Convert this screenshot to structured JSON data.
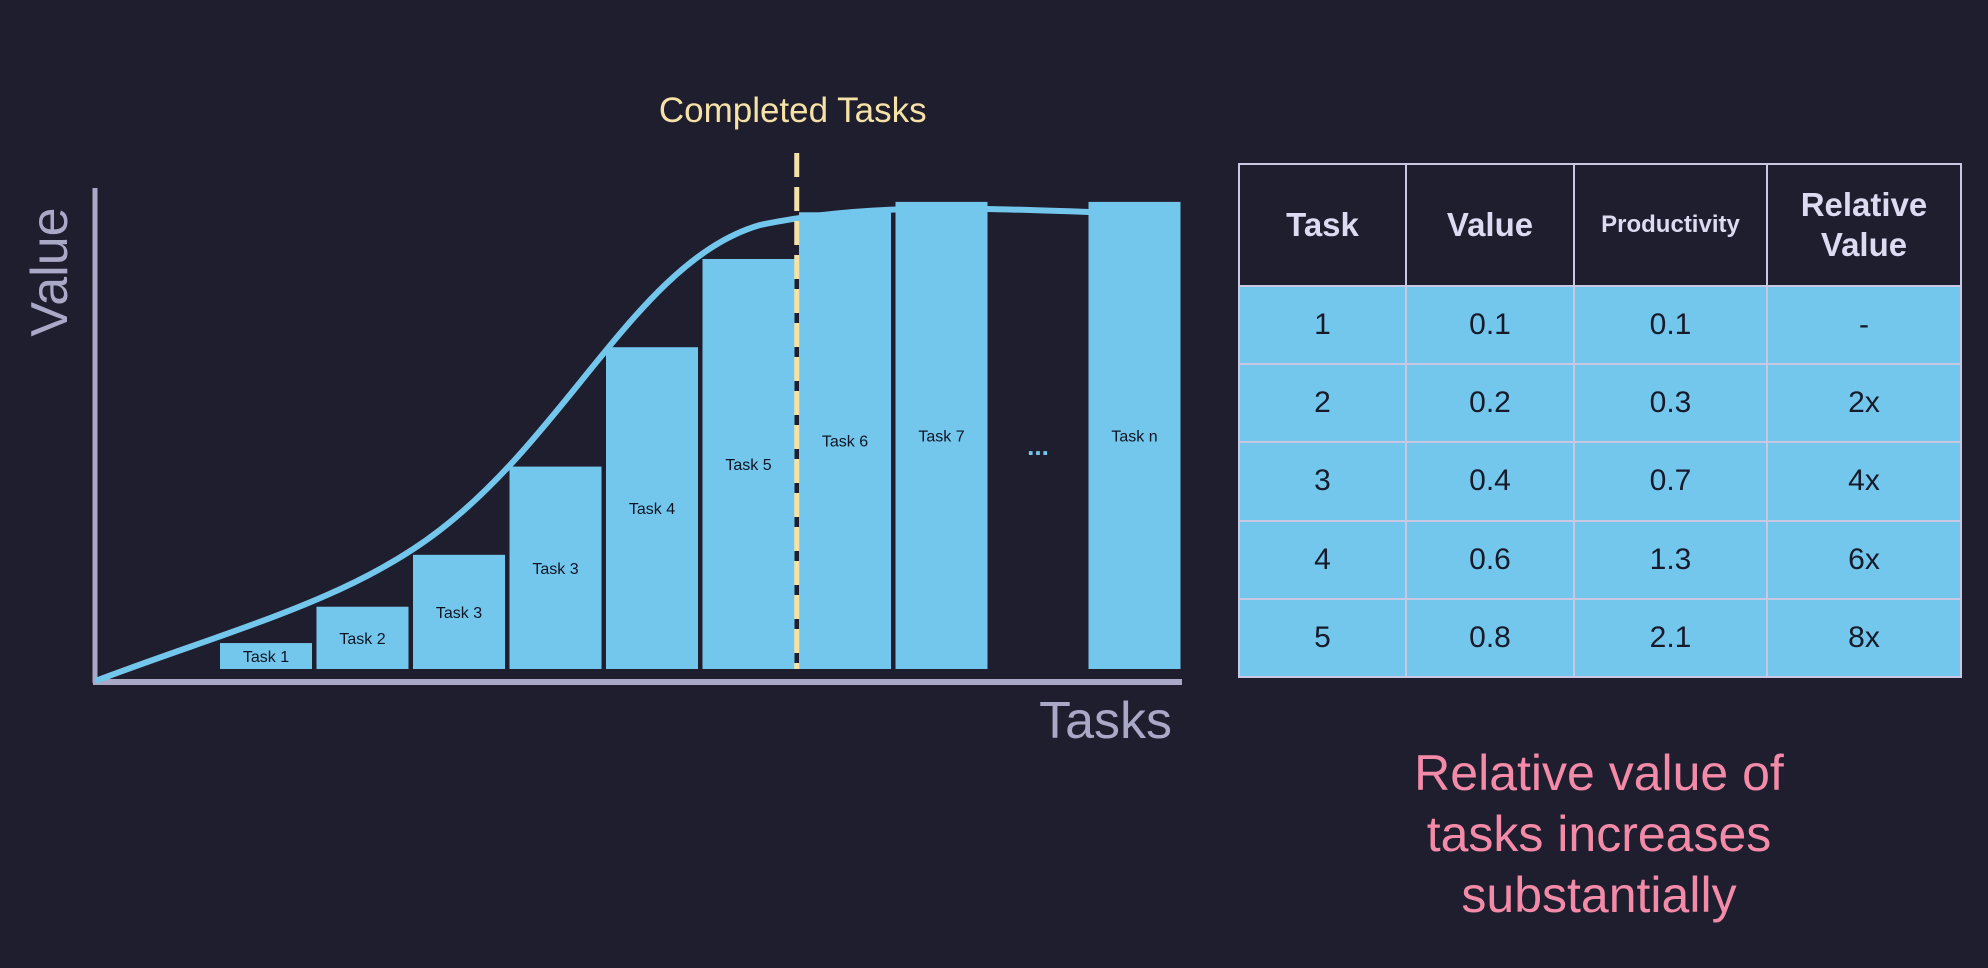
{
  "chart_data": {
    "type": "bar",
    "title": "Completed Tasks",
    "xlabel": "Tasks",
    "ylabel": "Value",
    "categories": [
      "Task 1",
      "Task 2",
      "Task 3",
      "Task 3",
      "Task 4",
      "Task 5",
      "Task 6",
      "Task 7",
      "...",
      "Task n"
    ],
    "values": [
      0.05,
      0.12,
      0.22,
      0.39,
      0.62,
      0.79,
      0.88,
      0.9,
      null,
      0.9
    ],
    "ylim": [
      0,
      1
    ],
    "completed_after_index": 5,
    "colors": {
      "bar": "#74c7ec",
      "curve": "#74c7ec",
      "marker": "#f6e2a6",
      "axis": "#a9a8c6"
    }
  },
  "table": {
    "headers": [
      "Task",
      "Value",
      "Productivity",
      "Relative Value"
    ],
    "rows": [
      [
        "1",
        "0.1",
        "0.1",
        "-"
      ],
      [
        "2",
        "0.2",
        "0.3",
        "2x"
      ],
      [
        "3",
        "0.4",
        "0.7",
        "4x"
      ],
      [
        "4",
        "0.6",
        "1.3",
        "6x"
      ],
      [
        "5",
        "0.8",
        "2.1",
        "8x"
      ]
    ]
  },
  "caption": {
    "lines": [
      "Relative value of",
      "tasks increases",
      "substantially"
    ]
  }
}
